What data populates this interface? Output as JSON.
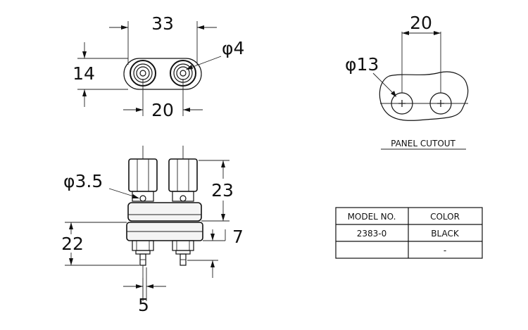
{
  "top_view": {
    "dim_width_total": "33",
    "dim_height": "14",
    "dim_hole_diameter": "φ4",
    "dim_pitch": "20"
  },
  "panel_cutout": {
    "dim_pitch": "20",
    "dim_hole_diameter": "φ13",
    "caption": "PANEL CUTOUT"
  },
  "side_view": {
    "dim_pin_diameter": "φ3.5",
    "dim_knob_height": "23",
    "dim_body_height": "22",
    "dim_thread": "7",
    "dim_pin_spacing": "5"
  },
  "model_table": {
    "headers": [
      "MODEL NO.",
      "COLOR"
    ],
    "rows": [
      [
        "2383-0",
        "BLACK"
      ],
      [
        "",
        "-"
      ]
    ]
  }
}
